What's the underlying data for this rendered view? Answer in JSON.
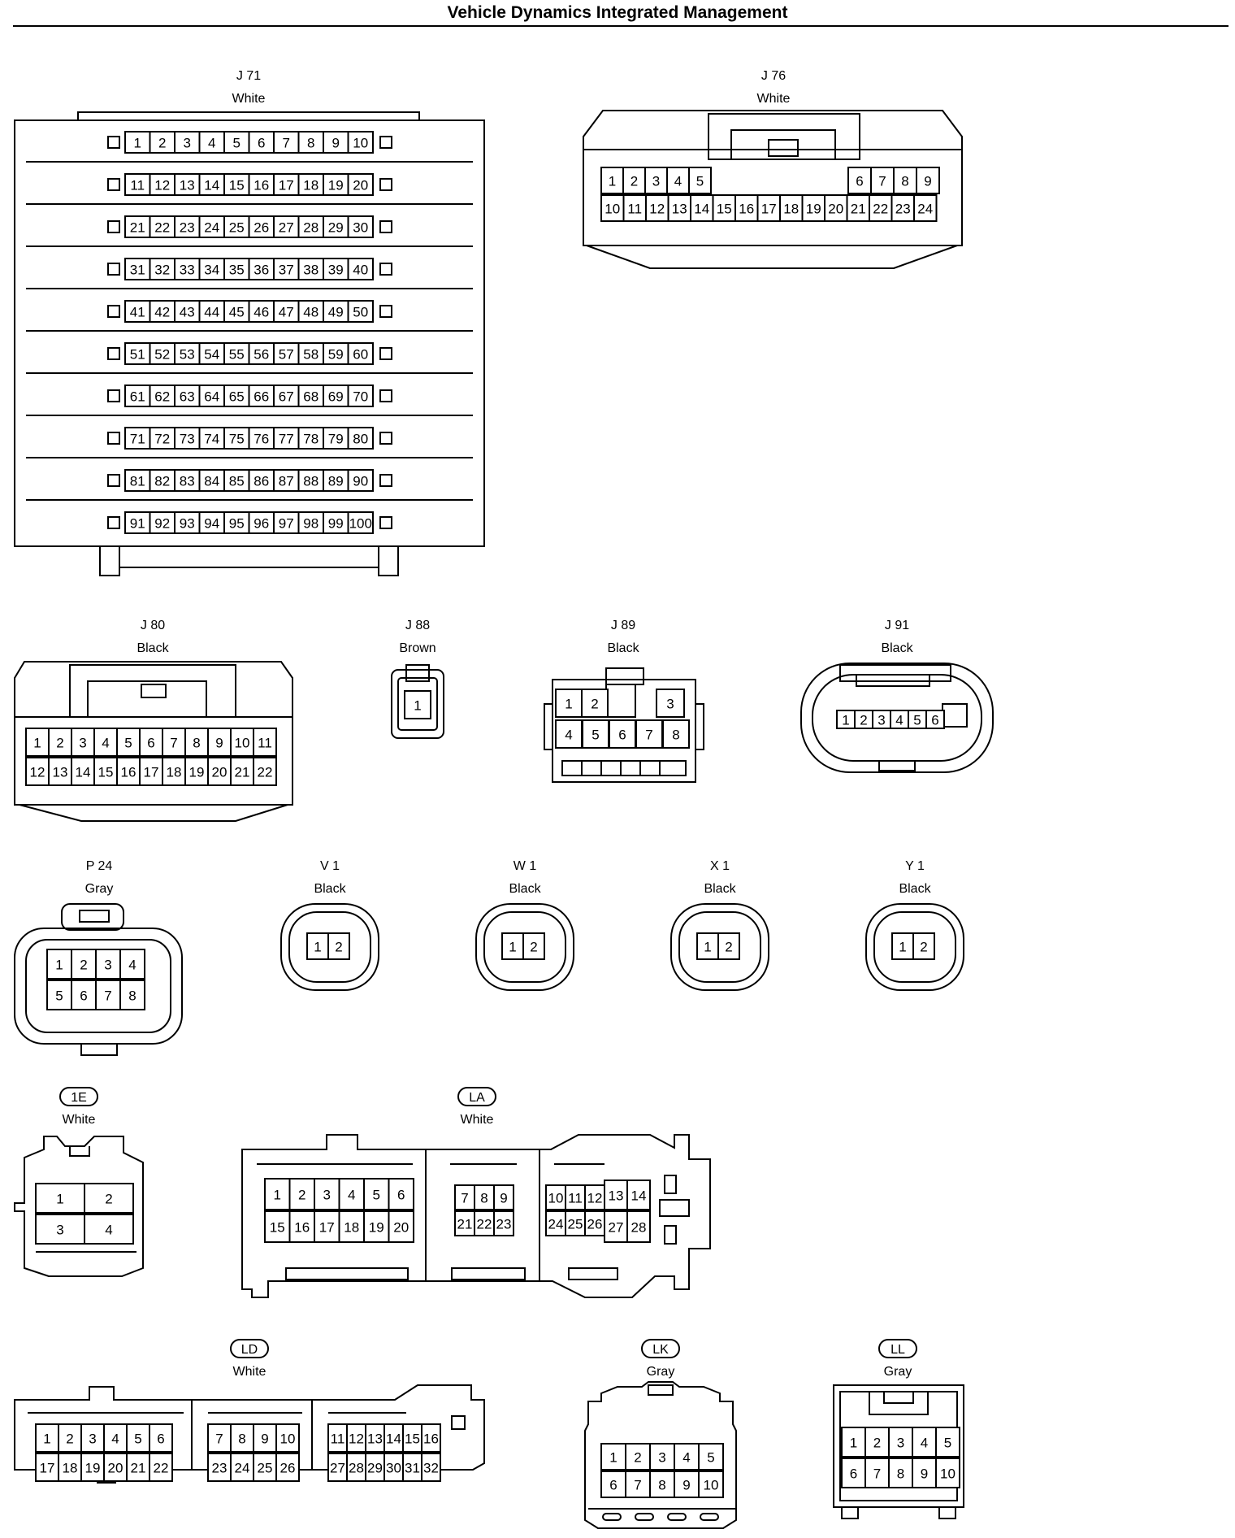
{
  "title": "Vehicle Dynamics Integrated Management",
  "connectors": [
    {
      "id": "j71",
      "code": "J 71",
      "color": "White",
      "circled": false,
      "rows": [
        [
          "1",
          "2",
          "3",
          "4",
          "5",
          "6",
          "7",
          "8",
          "9",
          "10"
        ],
        [
          "11",
          "12",
          "13",
          "14",
          "15",
          "16",
          "17",
          "18",
          "19",
          "20"
        ],
        [
          "21",
          "22",
          "23",
          "24",
          "25",
          "26",
          "27",
          "28",
          "29",
          "30"
        ],
        [
          "31",
          "32",
          "33",
          "34",
          "35",
          "36",
          "37",
          "38",
          "39",
          "40"
        ],
        [
          "41",
          "42",
          "43",
          "44",
          "45",
          "46",
          "47",
          "48",
          "49",
          "50"
        ],
        [
          "51",
          "52",
          "53",
          "54",
          "55",
          "56",
          "57",
          "58",
          "59",
          "60"
        ],
        [
          "61",
          "62",
          "63",
          "64",
          "65",
          "66",
          "67",
          "68",
          "69",
          "70"
        ],
        [
          "71",
          "72",
          "73",
          "74",
          "75",
          "76",
          "77",
          "78",
          "79",
          "80"
        ],
        [
          "81",
          "82",
          "83",
          "84",
          "85",
          "86",
          "87",
          "88",
          "89",
          "90"
        ],
        [
          "91",
          "92",
          "93",
          "94",
          "95",
          "96",
          "97",
          "98",
          "99",
          "100"
        ]
      ]
    },
    {
      "id": "j76",
      "code": "J 76",
      "color": "White",
      "circled": false,
      "rows": [
        [
          "1",
          "2",
          "3",
          "4",
          "5",
          "6",
          "7",
          "8",
          "9"
        ],
        [
          "10",
          "11",
          "12",
          "13",
          "14",
          "15",
          "16",
          "17",
          "18",
          "19",
          "20",
          "21",
          "22",
          "23",
          "24"
        ]
      ]
    },
    {
      "id": "j80",
      "code": "J 80",
      "color": "Black",
      "circled": false,
      "rows": [
        [
          "1",
          "2",
          "3",
          "4",
          "5",
          "6",
          "7",
          "8",
          "9",
          "10",
          "11"
        ],
        [
          "12",
          "13",
          "14",
          "15",
          "16",
          "17",
          "18",
          "19",
          "20",
          "21",
          "22"
        ]
      ]
    },
    {
      "id": "j88",
      "code": "J 88",
      "color": "Brown",
      "circled": false,
      "rows": [
        [
          "1"
        ]
      ]
    },
    {
      "id": "j89",
      "code": "J 89",
      "color": "Black",
      "circled": false,
      "rows": [
        [
          "1",
          "2",
          "3"
        ],
        [
          "4",
          "5",
          "6",
          "7",
          "8"
        ]
      ]
    },
    {
      "id": "j91",
      "code": "J 91",
      "color": "Black",
      "circled": false,
      "rows": [
        [
          "1",
          "2",
          "3",
          "4",
          "5",
          "6"
        ]
      ]
    },
    {
      "id": "p24",
      "code": "P 24",
      "color": "Gray",
      "circled": false,
      "rows": [
        [
          "1",
          "2",
          "3",
          "4"
        ],
        [
          "5",
          "6",
          "7",
          "8"
        ]
      ]
    },
    {
      "id": "v1",
      "code": "V 1",
      "color": "Black",
      "circled": false,
      "rows": [
        [
          "1",
          "2"
        ]
      ]
    },
    {
      "id": "w1",
      "code": "W 1",
      "color": "Black",
      "circled": false,
      "rows": [
        [
          "1",
          "2"
        ]
      ]
    },
    {
      "id": "x1",
      "code": "X 1",
      "color": "Black",
      "circled": false,
      "rows": [
        [
          "1",
          "2"
        ]
      ]
    },
    {
      "id": "y1",
      "code": "Y 1",
      "color": "Black",
      "circled": false,
      "rows": [
        [
          "1",
          "2"
        ]
      ]
    },
    {
      "id": "1e",
      "code": "1E",
      "color": "White",
      "circled": true,
      "rows": [
        [
          "1",
          "2"
        ],
        [
          "3",
          "4"
        ]
      ]
    },
    {
      "id": "la",
      "code": "LA",
      "color": "White",
      "circled": true,
      "rows": [
        [
          "1",
          "2",
          "3",
          "4",
          "5",
          "6"
        ],
        [
          "15",
          "16",
          "17",
          "18",
          "19",
          "20"
        ],
        [
          "7",
          "8",
          "9"
        ],
        [
          "21",
          "22",
          "23"
        ],
        [
          "10",
          "11",
          "12",
          "13",
          "14"
        ],
        [
          "24",
          "25",
          "26",
          "27",
          "28"
        ]
      ]
    },
    {
      "id": "ld",
      "code": "LD",
      "color": "White",
      "circled": true,
      "rows": [
        [
          "1",
          "2",
          "3",
          "4",
          "5",
          "6"
        ],
        [
          "17",
          "18",
          "19",
          "20",
          "21",
          "22"
        ],
        [
          "7",
          "8",
          "9",
          "10"
        ],
        [
          "23",
          "24",
          "25",
          "26"
        ],
        [
          "11",
          "12",
          "13",
          "14",
          "15",
          "16"
        ],
        [
          "27",
          "28",
          "29",
          "30",
          "31",
          "32"
        ]
      ]
    },
    {
      "id": "lk",
      "code": "LK",
      "color": "Gray",
      "circled": true,
      "rows": [
        [
          "1",
          "2",
          "3",
          "4",
          "5"
        ],
        [
          "6",
          "7",
          "8",
          "9",
          "10"
        ]
      ]
    },
    {
      "id": "ll",
      "code": "LL",
      "color": "Gray",
      "circled": true,
      "rows": [
        [
          "1",
          "2",
          "3",
          "4",
          "5"
        ],
        [
          "6",
          "7",
          "8",
          "9",
          "10"
        ]
      ]
    }
  ]
}
